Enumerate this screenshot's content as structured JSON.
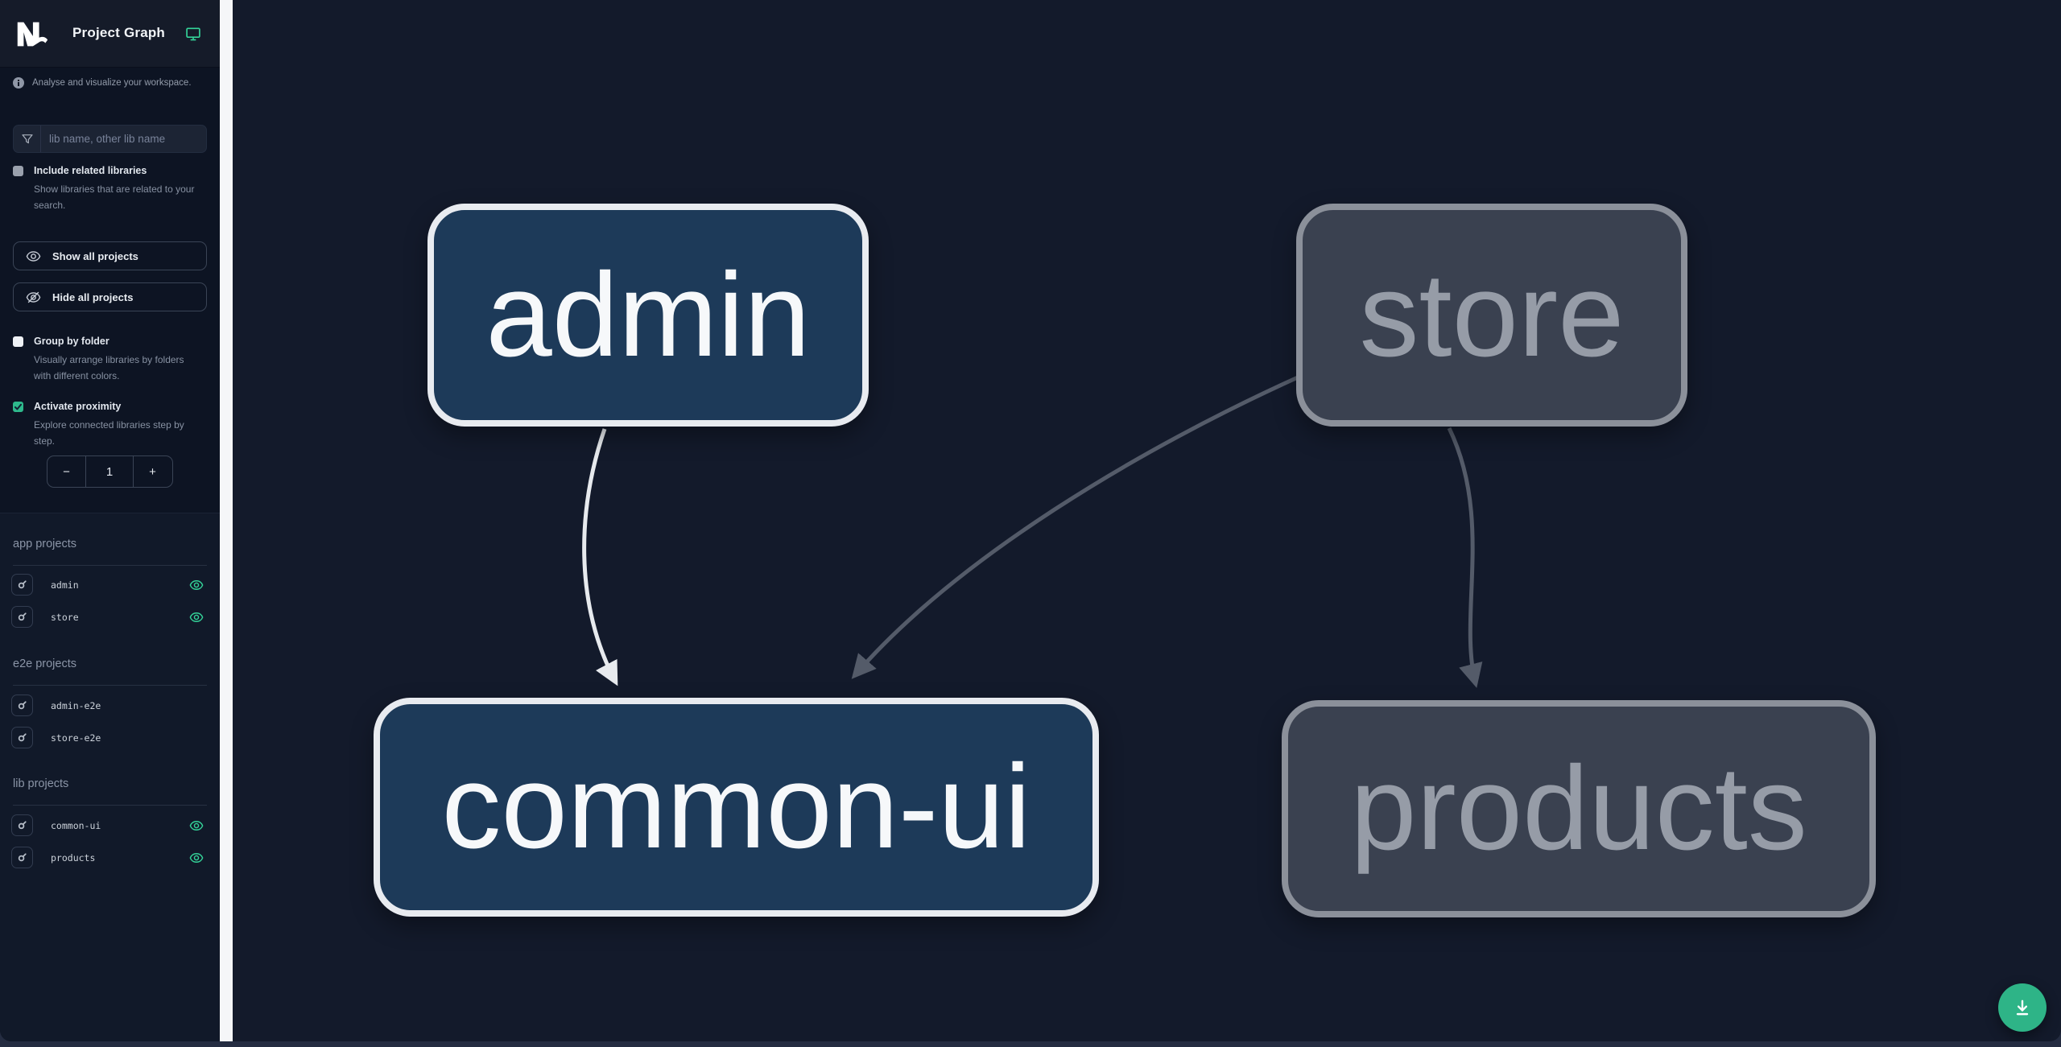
{
  "app": {
    "title": "Project Graph",
    "subtitle": "Analyse and visualize your workspace."
  },
  "sidebar": {
    "filter_placeholder": "lib name, other lib name",
    "include_related": {
      "label": "Include related libraries",
      "desc": "Show libraries that are related to your search.",
      "checked": false
    },
    "buttons": {
      "show_all": "Show all projects",
      "hide_all": "Hide all projects"
    },
    "group_by_folder": {
      "label": "Group by folder",
      "desc": "Visually arrange libraries by folders with different colors.",
      "checked": false
    },
    "proximity": {
      "label": "Activate proximity",
      "desc": "Explore connected libraries step by step.",
      "checked": true,
      "value": "1",
      "decrement": "−",
      "increment": "+"
    },
    "sections": [
      {
        "title": "app projects",
        "items": [
          {
            "name": "admin",
            "visible": true
          },
          {
            "name": "store",
            "visible": true
          }
        ]
      },
      {
        "title": "e2e projects",
        "items": [
          {
            "name": "admin-e2e",
            "visible": false
          },
          {
            "name": "store-e2e",
            "visible": false
          }
        ]
      },
      {
        "title": "lib projects",
        "items": [
          {
            "name": "common-ui",
            "visible": true
          },
          {
            "name": "products",
            "visible": true
          }
        ]
      }
    ]
  },
  "graph": {
    "nodes": [
      {
        "id": "admin",
        "label": "admin",
        "state": "focused"
      },
      {
        "id": "store",
        "label": "store",
        "state": "unfocused"
      },
      {
        "id": "common-ui",
        "label": "common-ui",
        "state": "focused"
      },
      {
        "id": "products",
        "label": "products",
        "state": "unfocused"
      }
    ],
    "edges": [
      {
        "from": "admin",
        "to": "common-ui",
        "state": "focused"
      },
      {
        "from": "store",
        "to": "common-ui",
        "state": "unfocused"
      },
      {
        "from": "store",
        "to": "products",
        "state": "unfocused"
      }
    ]
  },
  "colors": {
    "accent_green": "#34d399",
    "fab_green": "#2eb487",
    "node_focused_fill": "#1d3a59",
    "node_focused_border": "#e8ebf0",
    "node_unfocused_fill": "#3a4150",
    "node_unfocused_border": "#8b909a",
    "edge_focused": "#e7eaee",
    "edge_unfocused": "#545b69",
    "canvas_bg": "#131a2b",
    "sidebar_bg": "#0d1423"
  }
}
